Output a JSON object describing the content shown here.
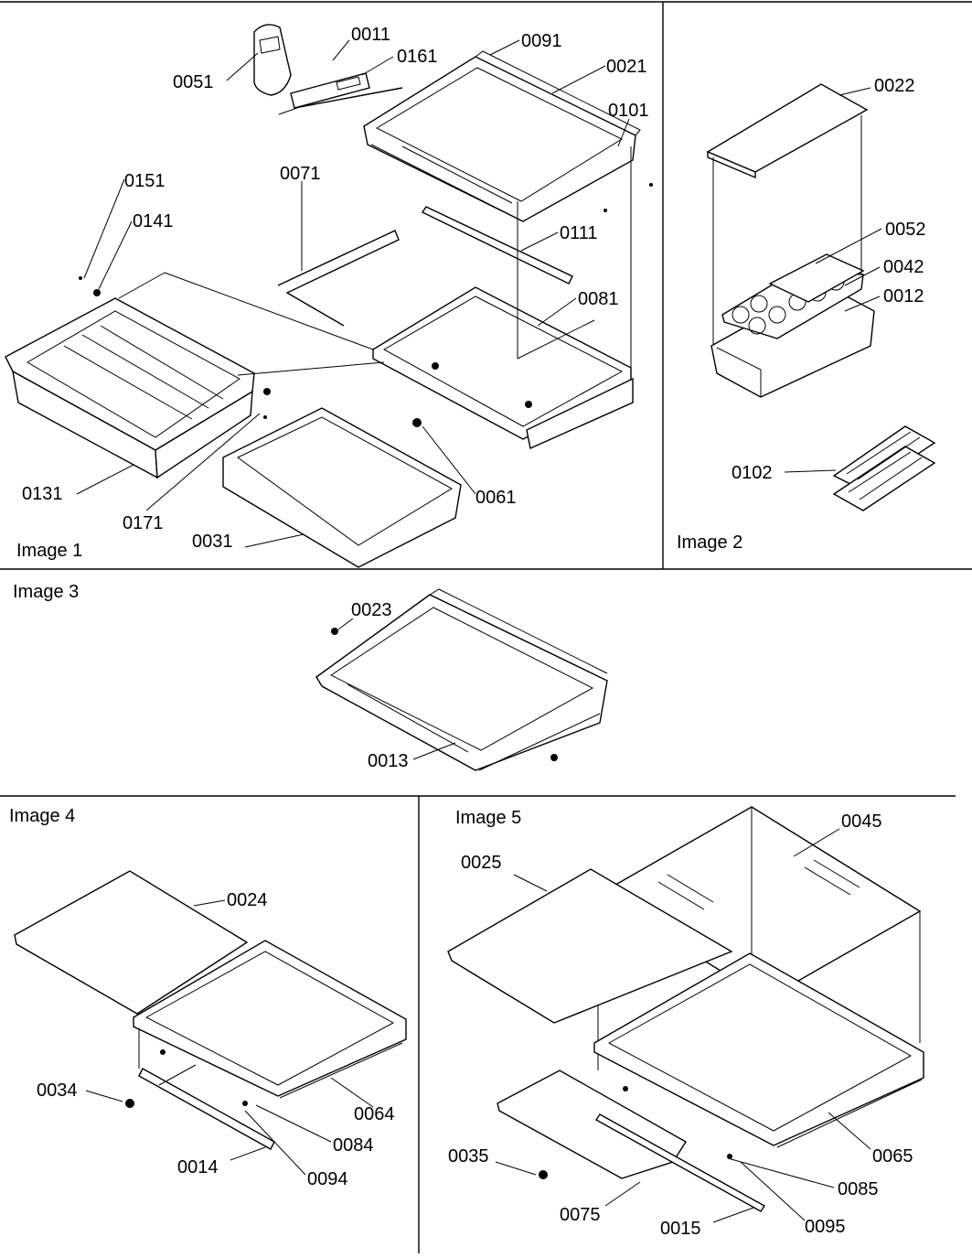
{
  "panels": [
    {
      "label": "Image 1"
    },
    {
      "label": "Image 2"
    },
    {
      "label": "Image 3"
    },
    {
      "label": "Image 4"
    },
    {
      "label": "Image 5"
    }
  ],
  "callouts": [
    {
      "code": "0051"
    },
    {
      "code": "0011"
    },
    {
      "code": "0161"
    },
    {
      "code": "0091"
    },
    {
      "code": "0021"
    },
    {
      "code": "0101"
    },
    {
      "code": "0071"
    },
    {
      "code": "0151"
    },
    {
      "code": "0141"
    },
    {
      "code": "0111"
    },
    {
      "code": "0081"
    },
    {
      "code": "0131"
    },
    {
      "code": "0171"
    },
    {
      "code": "0061"
    },
    {
      "code": "0031"
    },
    {
      "code": "0022"
    },
    {
      "code": "0052"
    },
    {
      "code": "0042"
    },
    {
      "code": "0012"
    },
    {
      "code": "0102"
    },
    {
      "code": "0023"
    },
    {
      "code": "0013"
    },
    {
      "code": "0024"
    },
    {
      "code": "0034"
    },
    {
      "code": "0064"
    },
    {
      "code": "0084"
    },
    {
      "code": "0014"
    },
    {
      "code": "0094"
    },
    {
      "code": "0045"
    },
    {
      "code": "0025"
    },
    {
      "code": "0035"
    },
    {
      "code": "0065"
    },
    {
      "code": "0085"
    },
    {
      "code": "0075"
    },
    {
      "code": "0015"
    },
    {
      "code": "0095"
    }
  ]
}
